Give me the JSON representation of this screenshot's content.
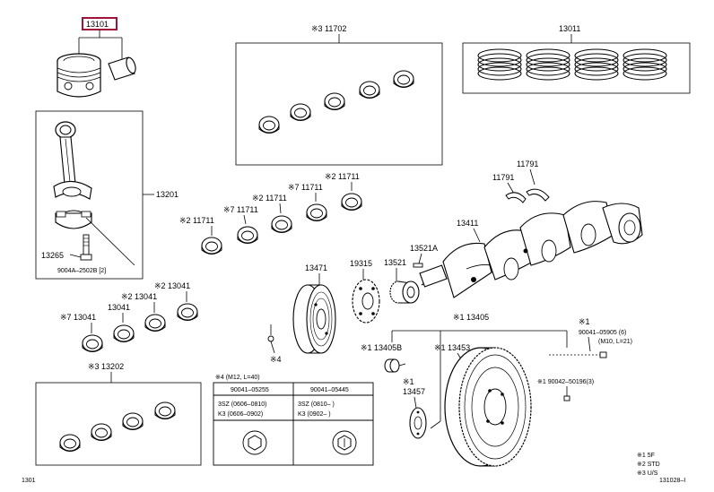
{
  "highlight_color": "#a0143c",
  "labels": {
    "p13101": "13101",
    "p11702": "※3 11702",
    "p13011": "13011",
    "p13201": "13201",
    "p13265": "13265",
    "p9004a": "9004A–2502B [2]",
    "p11791a": "11791",
    "p11791b": "11791",
    "p13411": "13411",
    "p13521a": "13521A",
    "p13521": "13521",
    "p19315": "19315",
    "p13471": "13471",
    "b11711_1": "※2 11711",
    "b11711_2": "※7 11711",
    "b11711_3": "※2 11711",
    "b11711_4": "※7 11711",
    "b11711_5": "※2 11711",
    "b13041_1": "※7 13041",
    "b13041_2": "13041",
    "b13041_3": "※2 13041",
    "b13041_4": "※2 13041",
    "p13202": "※3 13202",
    "p13405": "※1 13405",
    "p13405b": "※1 13405B",
    "p13453": "※1 13453",
    "p13457a": "※1",
    "p13457b": "13457",
    "p90041_05905": "※1",
    "p90041_05905b": "90041–05905 (6)",
    "p90041_05905c": "(M10, L=21)",
    "p90042": "※1 90042–50196(3)",
    "mark4": "※4",
    "footer_left": "1301",
    "footer_right": "131028–I"
  },
  "legend": [
    "※1 5F",
    "※2 STD",
    "※3 U/S"
  ],
  "bolt_table": {
    "title": "※4 (M12, L=40)",
    "col1_header": "90041–05255",
    "col2_header": "90041–05445",
    "col1_line1": "3SZ (0606–0810)",
    "col1_line2": "K3  (0606–0902)",
    "col2_line1": "3SZ (0810–    )",
    "col2_line2": "K3  (0902–    )"
  }
}
